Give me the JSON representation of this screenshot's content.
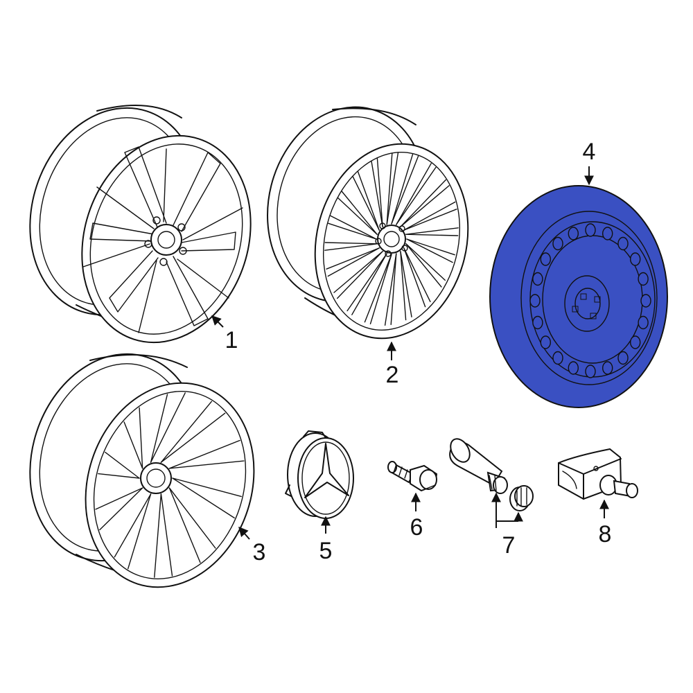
{
  "callouts": [
    {
      "id": "1",
      "label": "1"
    },
    {
      "id": "2",
      "label": "2"
    },
    {
      "id": "3",
      "label": "3"
    },
    {
      "id": "4",
      "label": "4"
    },
    {
      "id": "5",
      "label": "5"
    },
    {
      "id": "6",
      "label": "6"
    },
    {
      "id": "7",
      "label": "7"
    },
    {
      "id": "8",
      "label": "8"
    }
  ],
  "highlight": {
    "part": "4",
    "color": "#3a50c2"
  }
}
